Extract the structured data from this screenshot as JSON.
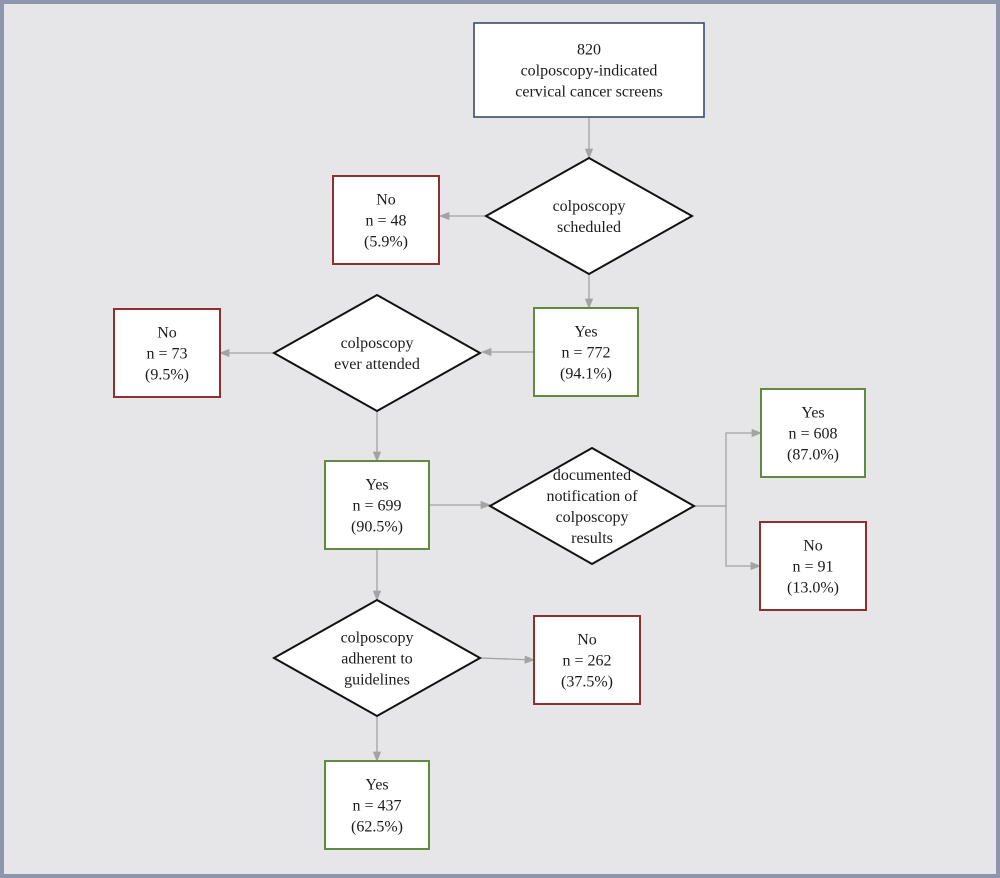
{
  "colors": {
    "background": "#e6e5e7",
    "frame": "#8d96ad",
    "start_border": "#3d4a6b",
    "yes_border": "#5f8a3f",
    "no_border": "#8f2f2f",
    "decision_border": "#111111",
    "arrow": "#a3a3a3"
  },
  "nodes": [
    {
      "id": "start",
      "shape": "rect",
      "kind": "start",
      "lines": [
        "820",
        "colposcopy-indicated",
        "cervical cancer screens"
      ]
    },
    {
      "id": "d_scheduled",
      "shape": "diamond",
      "kind": "decision",
      "lines": [
        "colposcopy",
        "scheduled"
      ]
    },
    {
      "id": "no_scheduled",
      "shape": "rect",
      "kind": "no",
      "lines": [
        "No",
        "n = 48",
        "(5.9%)"
      ]
    },
    {
      "id": "yes_scheduled",
      "shape": "rect",
      "kind": "yes",
      "lines": [
        "Yes",
        "n = 772",
        "(94.1%)"
      ]
    },
    {
      "id": "d_attended",
      "shape": "diamond",
      "kind": "decision",
      "lines": [
        "colposcopy",
        "ever attended"
      ]
    },
    {
      "id": "no_attended",
      "shape": "rect",
      "kind": "no",
      "lines": [
        "No",
        "n = 73",
        "(9.5%)"
      ]
    },
    {
      "id": "yes_attended",
      "shape": "rect",
      "kind": "yes",
      "lines": [
        "Yes",
        "n = 699",
        "(90.5%)"
      ]
    },
    {
      "id": "d_notification",
      "shape": "diamond",
      "kind": "decision",
      "lines": [
        "documented",
        "notification of",
        "colposcopy",
        "results"
      ]
    },
    {
      "id": "yes_notification",
      "shape": "rect",
      "kind": "yes",
      "lines": [
        "Yes",
        "n = 608",
        "(87.0%)"
      ]
    },
    {
      "id": "no_notification",
      "shape": "rect",
      "kind": "no",
      "lines": [
        "No",
        "n = 91",
        "(13.0%)"
      ]
    },
    {
      "id": "d_adherent",
      "shape": "diamond",
      "kind": "decision",
      "lines": [
        "colposcopy",
        "adherent to",
        "guidelines"
      ]
    },
    {
      "id": "no_adherent",
      "shape": "rect",
      "kind": "no",
      "lines": [
        "No",
        "n = 262",
        "(37.5%)"
      ]
    },
    {
      "id": "yes_adherent",
      "shape": "rect",
      "kind": "yes",
      "lines": [
        "Yes",
        "n = 437",
        "(62.5%)"
      ]
    }
  ],
  "edges": [
    {
      "from": "start",
      "to": "d_scheduled"
    },
    {
      "from": "d_scheduled",
      "to": "no_scheduled"
    },
    {
      "from": "d_scheduled",
      "to": "yes_scheduled"
    },
    {
      "from": "yes_scheduled",
      "to": "d_attended"
    },
    {
      "from": "d_attended",
      "to": "no_attended"
    },
    {
      "from": "d_attended",
      "to": "yes_attended"
    },
    {
      "from": "yes_attended",
      "to": "d_notification"
    },
    {
      "from": "d_notification",
      "to": "yes_notification"
    },
    {
      "from": "d_notification",
      "to": "no_notification"
    },
    {
      "from": "yes_attended",
      "to": "d_adherent"
    },
    {
      "from": "d_adherent",
      "to": "no_adherent"
    },
    {
      "from": "d_adherent",
      "to": "yes_adherent"
    }
  ]
}
